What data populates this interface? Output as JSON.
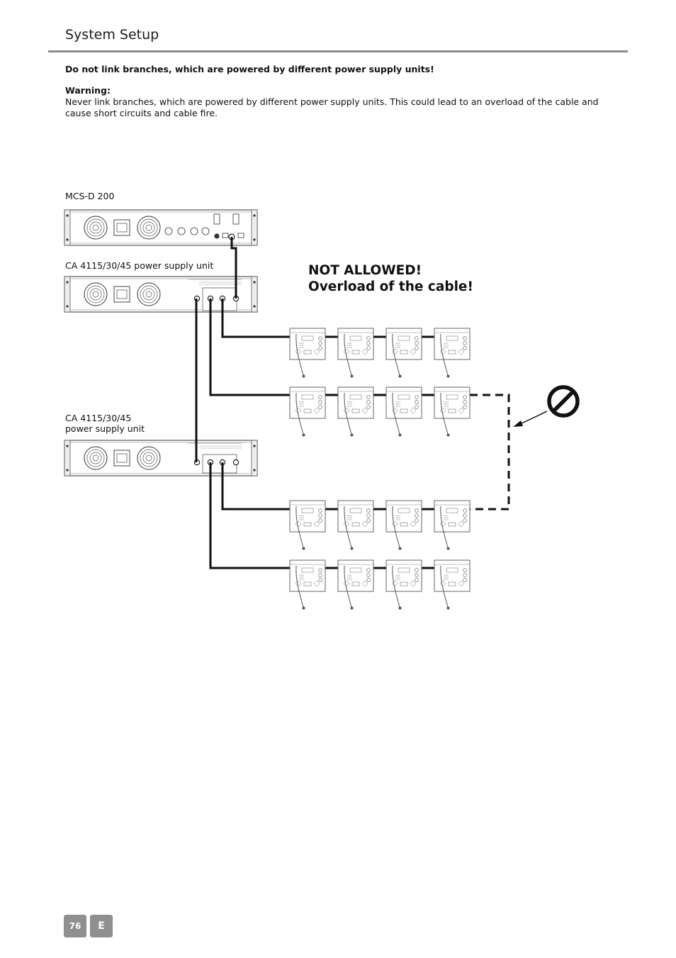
{
  "header": {
    "title": "System Setup"
  },
  "intro": {
    "lead": "Do not link branches, which are powered by different power supply units!",
    "warning_title": "Warning:",
    "warning_body": "Never link branches, which are powered by different power supply units. This could lead to an overload of the cable and cause short circuits and cable fire."
  },
  "diagram": {
    "label_mcs": "MCS-D 200",
    "label_psu1": "CA 4115/30/45 power supply unit",
    "label_psu2_line1": "CA 4115/30/45",
    "label_psu2_line2": "power supply unit",
    "alert_line1": "NOT ALLOWED!",
    "alert_line2": "Overload of the cable!",
    "prohibited_icon": "prohibition-sign-icon",
    "unit_icon": "delegate-unit-icon",
    "rack_icon": "rack-unit-icon"
  },
  "footer": {
    "page_number": "76",
    "language": "E"
  }
}
